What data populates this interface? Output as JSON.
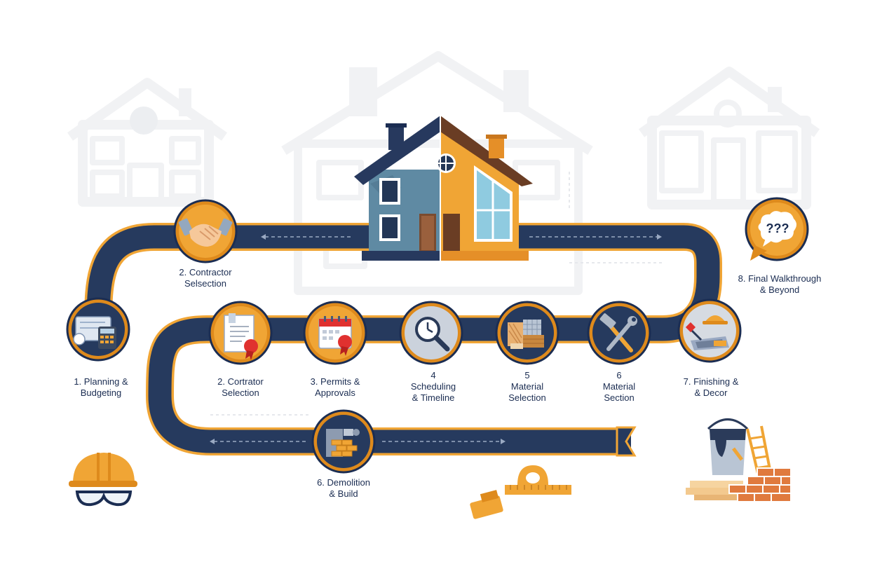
{
  "colors": {
    "road": "#263a5e",
    "road_edge": "#f0a535",
    "accent": "#f0a535",
    "accent_dark": "#de8a1c",
    "navy": "#1b2d52",
    "ghost": "#f1f2f4",
    "house_blue": "#5f8aa3",
    "house_orange": "#f0a535"
  },
  "speech_bubble": {
    "text": "???"
  },
  "steps": [
    {
      "id": "contractor-top",
      "lines": [
        "2. Contractor",
        "Selsection"
      ],
      "icon": "handshake-icon"
    },
    {
      "id": "planning",
      "lines": [
        "1. Planning &",
        "Budgeting"
      ],
      "icon": "blueprint-calculator-icon"
    },
    {
      "id": "contractor-selection",
      "lines": [
        "2. Cortrator",
        "Selection"
      ],
      "icon": "contract-document-icon"
    },
    {
      "id": "permits",
      "lines": [
        "3. Permits &",
        "Approvals"
      ],
      "icon": "calendar-seal-icon"
    },
    {
      "id": "scheduling",
      "lines": [
        "4",
        "Scheduling",
        "& Timeline"
      ],
      "icon": "magnifier-clock-icon"
    },
    {
      "id": "material-selection",
      "lines": [
        "5",
        "Material",
        "Selection"
      ],
      "icon": "material-samples-icon"
    },
    {
      "id": "material-section",
      "lines": [
        "6",
        "Material",
        "Section"
      ],
      "icon": "hammer-wrench-icon"
    },
    {
      "id": "finishing",
      "lines": [
        "7. Finishing &",
        "& Decor"
      ],
      "icon": "paint-tools-icon"
    },
    {
      "id": "demolition",
      "lines": [
        "6. Demolition",
        "& Build"
      ],
      "icon": "brick-wall-icon"
    },
    {
      "id": "walkthrough",
      "lines": [
        "8. Final Walkthrough",
        "& Beyond"
      ],
      "icon": "speech-bubble-icon"
    }
  ]
}
